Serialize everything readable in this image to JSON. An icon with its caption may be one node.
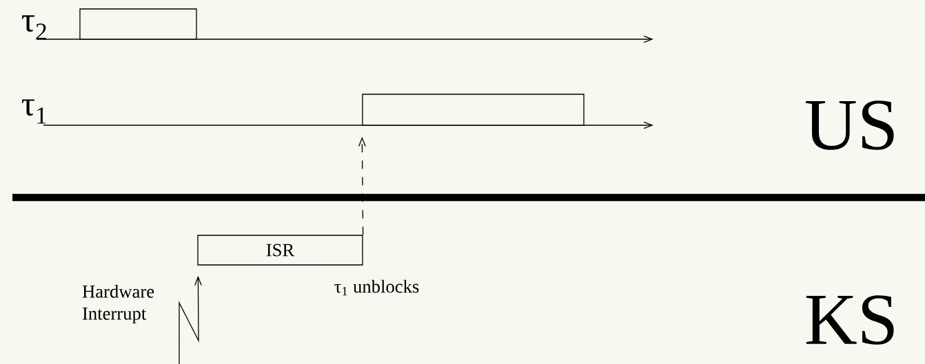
{
  "diagram": {
    "nodes": [
      {
        "text": [],
        "shape": "box"
      },
      {
        "text": [],
        "shape": "box"
      },
      {
        "text": [
          "ISR"
        ]
      }
    ],
    "edges": [
      {
        "from": null,
        "to": 2,
        "arrow": "to",
        "label": "Hardware Interrupt"
      },
      {
        "from": 2,
        "to": 1,
        "arrow": "to",
        "style": "dashed"
      }
    ],
    "labels": [
      "τ$_{2}$",
      "τ$_{1}$",
      "US",
      "τ$_{1}$ unblocks",
      "KS"
    ]
  }
}
